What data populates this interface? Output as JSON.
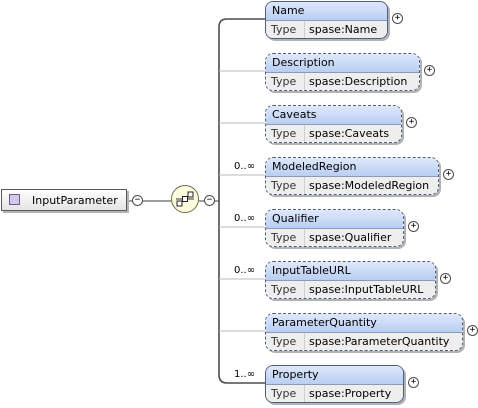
{
  "root": {
    "label": "InputParameter"
  },
  "compositor": {
    "icon": "sequence-icon"
  },
  "type_key": "Type",
  "expand_symbol": "+",
  "collapse_symbol": "−",
  "elements": [
    {
      "name": "Name",
      "type": "spase:Name",
      "occurrence": "",
      "optional": false
    },
    {
      "name": "Description",
      "type": "spase:Description",
      "occurrence": "",
      "optional": true
    },
    {
      "name": "Caveats",
      "type": "spase:Caveats",
      "occurrence": "",
      "optional": true
    },
    {
      "name": "ModeledRegion",
      "type": "spase:ModeledRegion",
      "occurrence": "0..∞",
      "optional": true
    },
    {
      "name": "Qualifier",
      "type": "spase:Qualifier",
      "occurrence": "0..∞",
      "optional": true
    },
    {
      "name": "InputTableURL",
      "type": "spase:InputTableURL",
      "occurrence": "0..∞",
      "optional": true
    },
    {
      "name": "ParameterQuantity",
      "type": "spase:ParameterQuantity",
      "occurrence": "",
      "optional": true
    },
    {
      "name": "Property",
      "type": "spase:Property",
      "occurrence": "1..∞",
      "optional": false
    }
  ]
}
